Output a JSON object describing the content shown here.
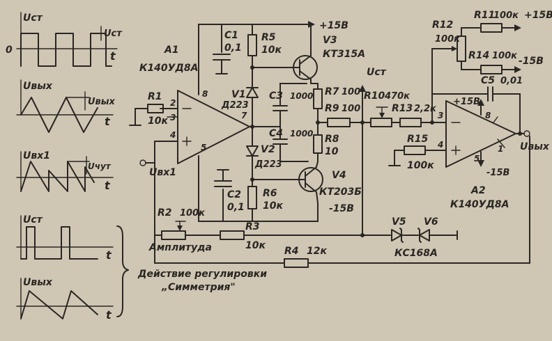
{
  "colors": {
    "paper": "#cfc6b4",
    "ink": "#2a2622"
  },
  "waveforms": {
    "w1": {
      "y": "Uст",
      "amp": "Uст",
      "zero": "0",
      "t": "t"
    },
    "w2": {
      "y": "Uвых",
      "amp": "Uвых",
      "t": "t"
    },
    "w3": {
      "y": "Uвх1",
      "amp": "Uчут",
      "t": "t"
    },
    "w4": {
      "y": "Uст",
      "t": "t"
    },
    "w5": {
      "y": "Uвых",
      "t": "t"
    },
    "caption1": "Действие регулировки",
    "caption2": "„Симметрия\""
  },
  "circuit": {
    "a1": {
      "name": "A1",
      "type": "К140УД8А",
      "pin2": "2",
      "pin3": "3",
      "pin4": "4",
      "pin5": "5",
      "pin7": "7",
      "pin8": "8"
    },
    "a2": {
      "name": "A2",
      "type": "К140УД8А",
      "pin3": "3",
      "pin4": "4",
      "pin5": "5",
      "pin1": "1",
      "pin8": "8",
      "plus": "+15В",
      "minus": "-15В",
      "out": "Uвых"
    },
    "r1": {
      "name": "R1",
      "value": "10к"
    },
    "r2": {
      "name": "R2",
      "value": "100к",
      "label": "Амплитуда"
    },
    "r3": {
      "name": "R3",
      "value": "10к"
    },
    "r4": {
      "name": "R4",
      "value": "12к"
    },
    "r5": {
      "name": "R5",
      "value": "10к"
    },
    "r6": {
      "name": "R6",
      "value": "10к"
    },
    "r7": {
      "name": "R7",
      "value": "100"
    },
    "r8": {
      "name": "R8",
      "value": "10"
    },
    "r9": {
      "name": "R9",
      "value": "100"
    },
    "r10": {
      "name": "R10",
      "value": "470к"
    },
    "r11": {
      "name": "R11",
      "value": "100к",
      "supply": "+15В"
    },
    "r12": {
      "name": "R12",
      "value": "100к"
    },
    "r13": {
      "name": "R13",
      "value": "2,2к"
    },
    "r14": {
      "name": "R14",
      "value": "100к",
      "supply": "-15В"
    },
    "r15": {
      "name": "R15",
      "value": "100к"
    },
    "c1": {
      "name": "C1",
      "value": "0,1"
    },
    "c2": {
      "name": "C2",
      "value": "0,1"
    },
    "c3": {
      "name": "C3",
      "value": "1000"
    },
    "c4": {
      "name": "C4",
      "value": "1000"
    },
    "c5": {
      "name": "C5",
      "value": "0,01"
    },
    "v1": {
      "name": "V1",
      "type": "Д223"
    },
    "v2": {
      "name": "V2",
      "type": "Д223"
    },
    "v3": {
      "name": "V3",
      "type": "КТ315А",
      "supply": "+15В"
    },
    "v4": {
      "name": "V4",
      "type": "КТ203Б",
      "supply": "-15В"
    },
    "v5": {
      "name": "V5"
    },
    "v6": {
      "name": "V6"
    },
    "zener_type": "КС168А",
    "u_st": "Uст",
    "u_in": "Uвх1"
  }
}
